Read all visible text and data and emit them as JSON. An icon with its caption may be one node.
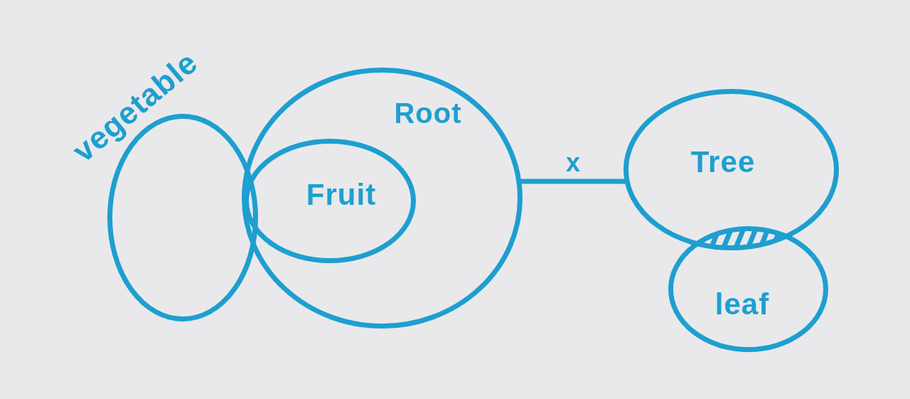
{
  "diagram": {
    "nodes": [
      {
        "text": [
          "vegetable"
        ]
      },
      {
        "text": [
          "Root"
        ]
      },
      {
        "text": [
          "Fruit"
        ],
        "in": 1
      },
      {
        "text": [
          "Tree"
        ]
      },
      {
        "text": [
          "leaf"
        ]
      }
    ],
    "edges": [
      {
        "from": 1,
        "to": 3,
        "arrow": "none",
        "label": "x"
      }
    ]
  }
}
